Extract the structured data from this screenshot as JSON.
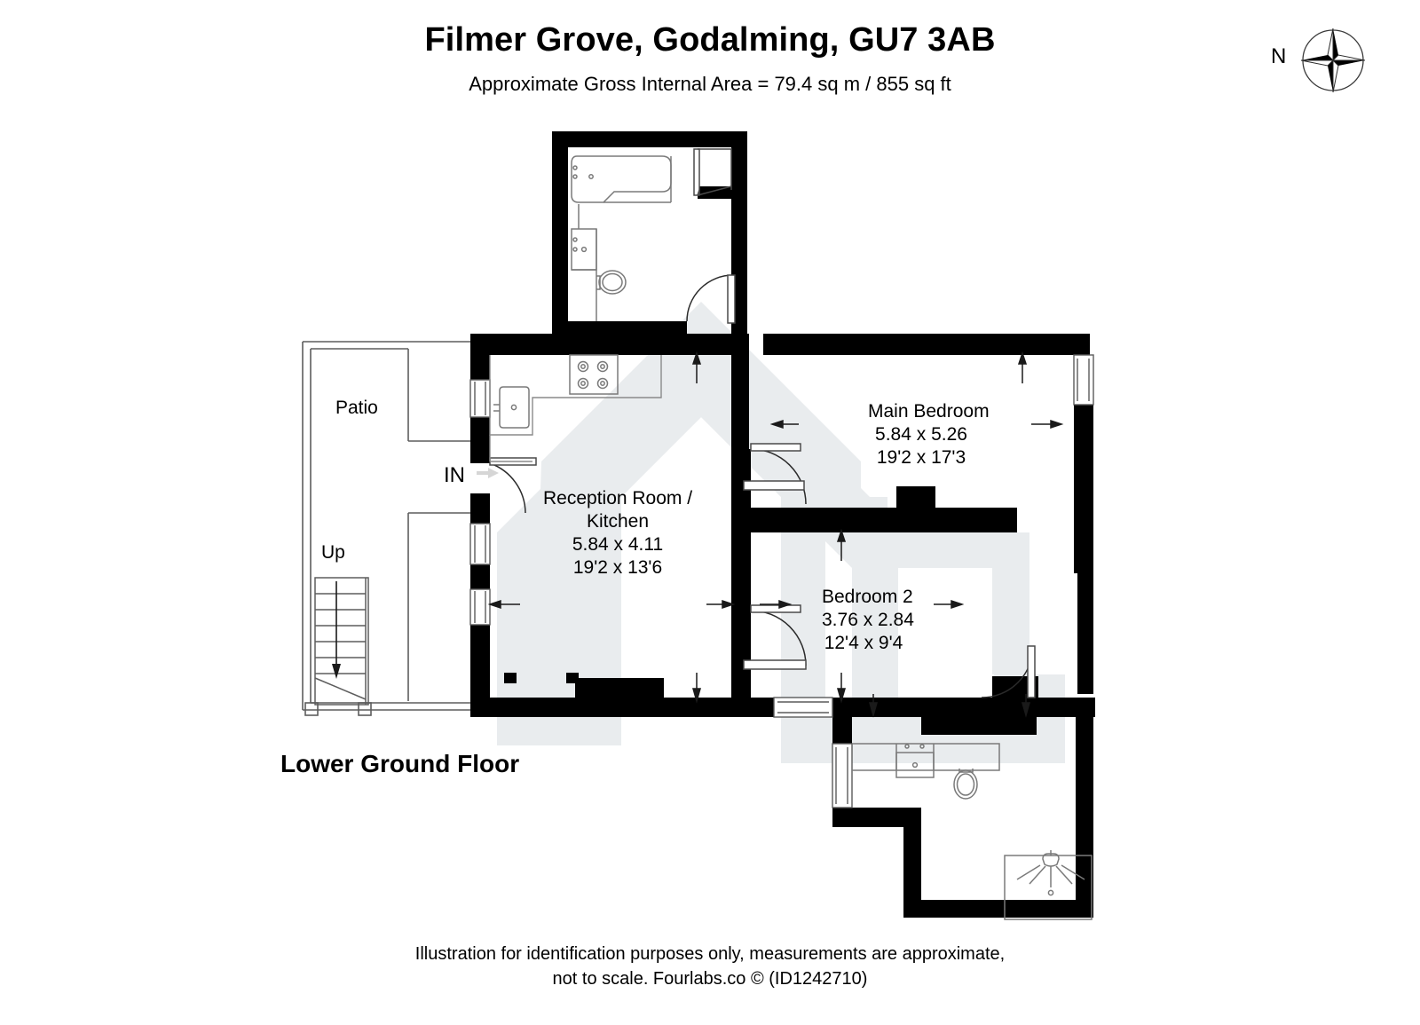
{
  "header": {
    "title": "Filmer Grove, Godalming, GU7 3AB",
    "subtitle": "Approximate Gross Internal Area = 79.4 sq m / 855 sq ft"
  },
  "compass": {
    "north_letter": "N",
    "icon": "compass-rose-icon"
  },
  "floor": {
    "label": "Lower Ground Floor"
  },
  "rooms": [
    {
      "key": "reception_kitchen",
      "name_line1": "Reception Room /",
      "name_line2": "Kitchen",
      "dim_metric": "5.84 x 4.11",
      "dim_imperial": "19'2 x 13'6"
    },
    {
      "key": "main_bedroom",
      "name_line1": "Main Bedroom",
      "name_line2": "",
      "dim_metric": "5.84 x 5.26",
      "dim_imperial": "19'2 x 17'3"
    },
    {
      "key": "bedroom_2",
      "name_line1": "Bedroom 2",
      "name_line2": "",
      "dim_metric": "3.76 x 2.84",
      "dim_imperial": "12'4 x 9'4"
    }
  ],
  "annotations": {
    "patio": "Patio",
    "up": "Up",
    "entrance": "IN"
  },
  "footer": {
    "line1": "Illustration for identification purposes only, measurements are approximate,",
    "line2": "not to scale. Fourlabs.co © (ID1242710)"
  },
  "colors": {
    "wall": "#000000",
    "background": "#ffffff",
    "watermark": "#e9ecee",
    "thin_line": "#4d4d4d",
    "fixture_line": "#6f6f6f"
  }
}
